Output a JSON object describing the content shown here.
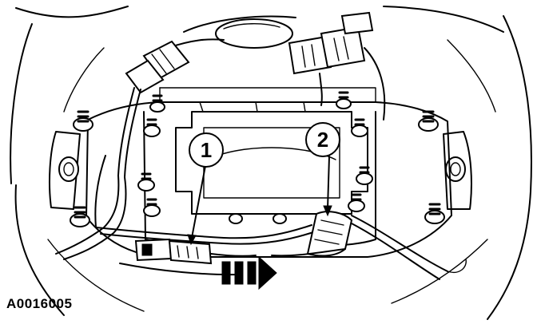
{
  "figure": {
    "id_label": "A0016005"
  },
  "callouts": [
    {
      "number": "1"
    },
    {
      "number": "2"
    }
  ],
  "colors": {
    "line": "#000000",
    "background": "#ffffff"
  }
}
